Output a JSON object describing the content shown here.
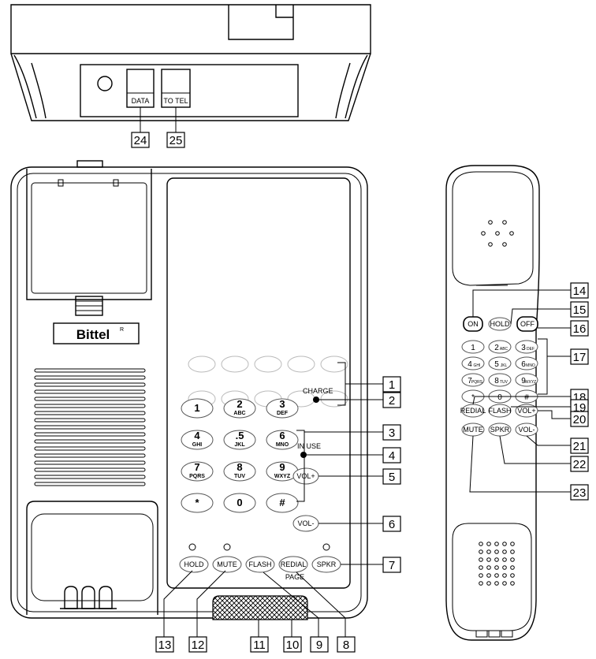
{
  "brand": {
    "name": "Bittel",
    "mark": "R"
  },
  "ports": {
    "data": "DATA",
    "to_tel": "TO TEL"
  },
  "base_keypad": [
    {
      "num": "1",
      "let": ""
    },
    {
      "num": "2",
      "let": "ABC"
    },
    {
      "num": "3",
      "let": "DEF"
    },
    {
      "num": "4",
      "let": "GHI"
    },
    {
      "num": ".5",
      "let": "JKL"
    },
    {
      "num": "6",
      "let": "MNO"
    },
    {
      "num": "7",
      "let": "PQRS"
    },
    {
      "num": "8",
      "let": "TUV"
    },
    {
      "num": "9",
      "let": "WXYZ"
    },
    {
      "num": "*",
      "let": ""
    },
    {
      "num": "0",
      "let": ""
    },
    {
      "num": "#",
      "let": ""
    }
  ],
  "base_labels": {
    "charge": "CHARGE",
    "in_use": "IN USE",
    "vol_up": "VOL+",
    "vol_down": "VOL-",
    "hold": "HOLD",
    "mute": "MUTE",
    "flash": "FLASH",
    "redial": "REDIAL",
    "page": "PAGE",
    "spkr": "SPKR"
  },
  "handset_labels": {
    "on": "ON",
    "hold": "HOLD",
    "off": "OFF",
    "redial": "REDIAL",
    "flash": "FLASH",
    "vol_up": "VOL+",
    "mute": "MUTE",
    "spkr": "SPKR",
    "vol_down": "VOL-"
  },
  "handset_keypad": [
    {
      "num": "1",
      "let": ""
    },
    {
      "num": "2",
      "let": "ABC"
    },
    {
      "num": "3",
      "let": "DEF"
    },
    {
      "num": "4",
      "let": "GHI"
    },
    {
      "num": "5",
      "let": "JKL"
    },
    {
      "num": "6",
      "let": "MNO"
    },
    {
      "num": "7",
      "let": "PQRS"
    },
    {
      "num": "8",
      "let": "TUV"
    },
    {
      "num": "9",
      "let": "WXYZ"
    },
    {
      "num": "*",
      "let": ""
    },
    {
      "num": "0",
      "let": ""
    },
    {
      "num": "#",
      "let": ""
    }
  ],
  "callouts": {
    "c1": "1",
    "c2": "2",
    "c3": "3",
    "c4": "4",
    "c5": "5",
    "c6": "6",
    "c7": "7",
    "c8": "8",
    "c9": "9",
    "c10": "10",
    "c11": "11",
    "c12": "12",
    "c13": "13",
    "c14": "14",
    "c15": "15",
    "c16": "16",
    "c17": "17",
    "c18": "18",
    "c19": "19",
    "c20": "20",
    "c21": "21",
    "c22": "22",
    "c23": "23",
    "c24": "24",
    "c25": "25"
  }
}
